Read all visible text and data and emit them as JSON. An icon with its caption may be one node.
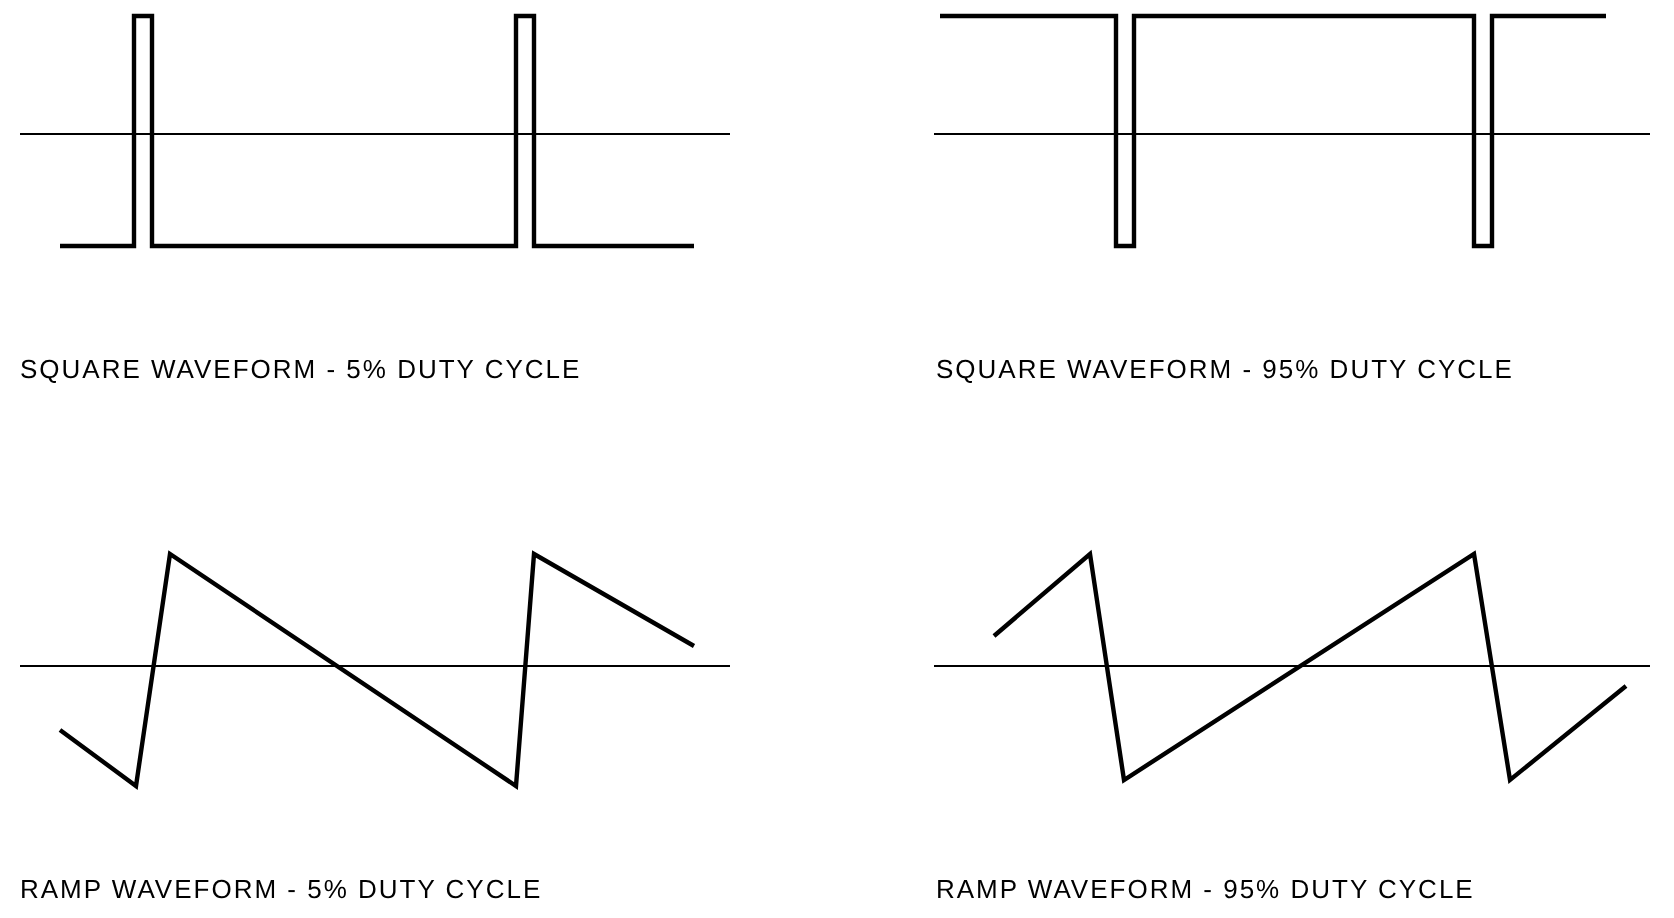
{
  "diagram": {
    "labels": [
      "SQUARE WAVEFORM - 5% DUTY CYCLE",
      "SQUARE WAVEFORM - 95% DUTY CYCLE",
      "RAMP WAVEFORM - 5% DUTY CYCLE",
      "RAMP WAVEFORM - 95% DUTY CYCLE"
    ]
  }
}
